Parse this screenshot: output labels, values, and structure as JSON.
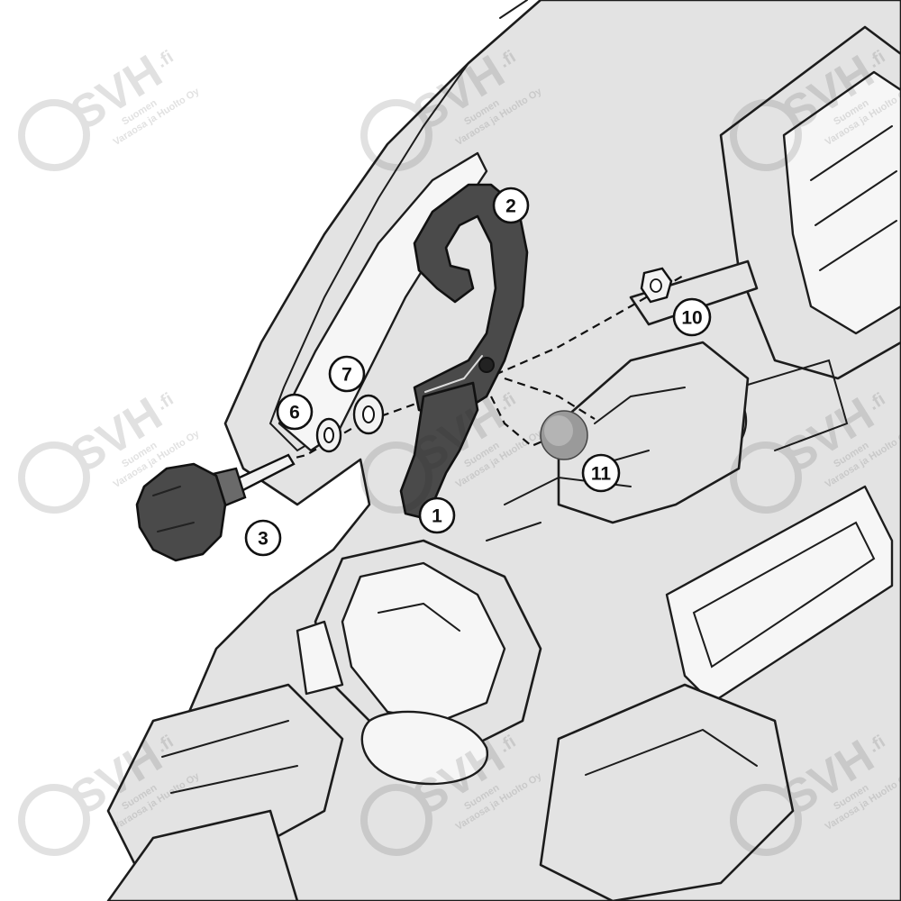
{
  "parts": [
    {
      "id": "part-1",
      "label": "1"
    },
    {
      "id": "part-2",
      "label": "2"
    },
    {
      "id": "part-3",
      "label": "3"
    },
    {
      "id": "part-6",
      "label": "6"
    },
    {
      "id": "part-7",
      "label": "7"
    },
    {
      "id": "part-10",
      "label": "10"
    },
    {
      "id": "part-11",
      "label": "11"
    }
  ],
  "watermark": {
    "brand": "SVH",
    "suffix": ".fi",
    "tagline_1": "Suomen",
    "tagline_2": "Varaosa ja Huolto Oy"
  },
  "colors": {
    "outline": "#1c1c1c",
    "body_fill": "#e3e3e3",
    "part_dark": "#4a4a4a",
    "callout_fill": "#ffffff"
  }
}
